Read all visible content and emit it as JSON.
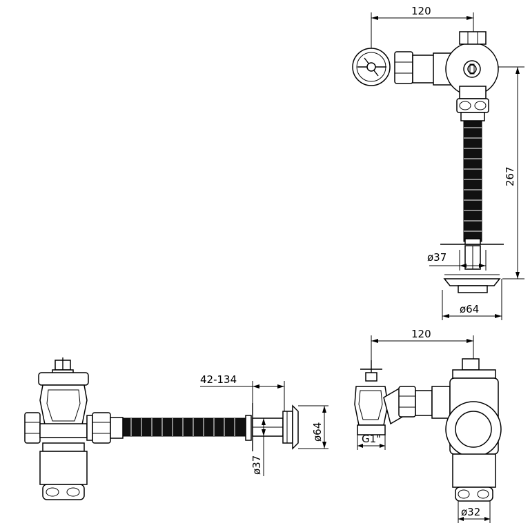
{
  "top_view": {
    "width_label": "120",
    "height_label": "267",
    "pipe_diameter_label": "ø37",
    "flange_diameter_label": "ø64"
  },
  "side_view": {
    "length_label": "42-134",
    "pipe_diameter_label": "ø37",
    "flange_diameter_label": "ø64"
  },
  "front_view": {
    "width_label": "120",
    "thread_label": "G1\"",
    "outlet_diameter_label": "ø32"
  }
}
